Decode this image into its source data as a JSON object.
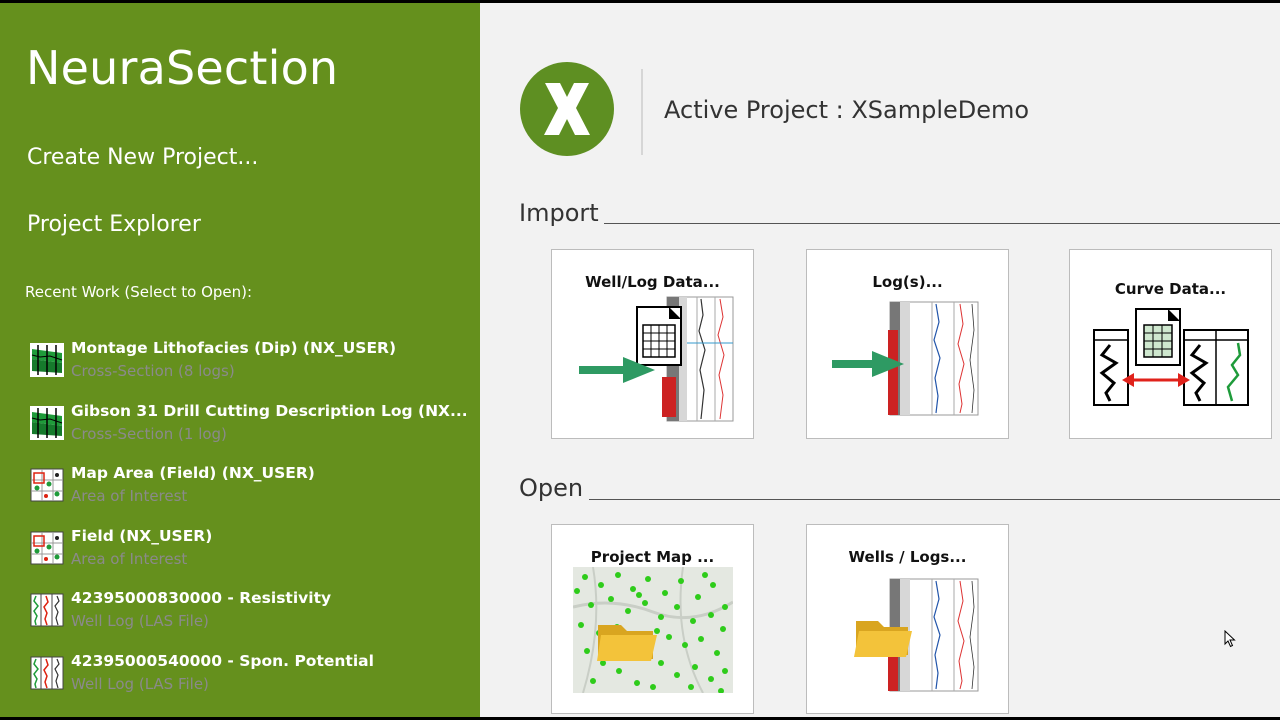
{
  "sidebar": {
    "app_title": "NeuraSection",
    "create_label": "Create New Project...",
    "explorer_label": "Project Explorer",
    "recent_heading": "Recent Work (Select to Open):",
    "recent_items": [
      {
        "name": "Montage Lithofacies (Dip) (NX_USER)",
        "subtitle": "Cross-Section (8 logs)",
        "icon": "cross-section-icon"
      },
      {
        "name": "Gibson 31 Drill Cutting Description Log (NX...",
        "subtitle": "Cross-Section (1 log)",
        "icon": "cross-section-icon"
      },
      {
        "name": "Map Area (Field) (NX_USER)",
        "subtitle": "Area of Interest",
        "icon": "map-area-icon"
      },
      {
        "name": "Field (NX_USER)",
        "subtitle": "Area of Interest",
        "icon": "map-area-icon"
      },
      {
        "name": "42395000830000 - Resistivity",
        "subtitle": "Well Log (LAS File)",
        "icon": "well-log-icon"
      },
      {
        "name": "42395000540000 - Spon. Potential",
        "subtitle": "Well Log (LAS File)",
        "icon": "well-log-icon"
      }
    ]
  },
  "main": {
    "logo_icon": "neurasection-x-logo-icon",
    "active_project_label": "Active Project : XSampleDemo",
    "import_title": "Import",
    "open_title": "Open",
    "import_tiles": [
      {
        "label": "Well/Log Data...",
        "icon": "well-log-data-import-icon"
      },
      {
        "label": "Log(s)...",
        "icon": "logs-import-icon"
      },
      {
        "label": "Curve Data...",
        "icon": "curve-data-import-icon"
      }
    ],
    "open_tiles": [
      {
        "label": "Project Map ...",
        "icon": "project-map-folder-icon"
      },
      {
        "label": "Wells / Logs...",
        "icon": "wells-logs-folder-icon"
      }
    ]
  },
  "colors": {
    "sidebar_bg": "#65901d",
    "main_bg": "#f2f2f2",
    "logo_green": "#5e8f22",
    "arrow_green": "#2e9a63",
    "arrow_red": "#e0221b",
    "subtitle_gray": "#8a8a8a"
  }
}
